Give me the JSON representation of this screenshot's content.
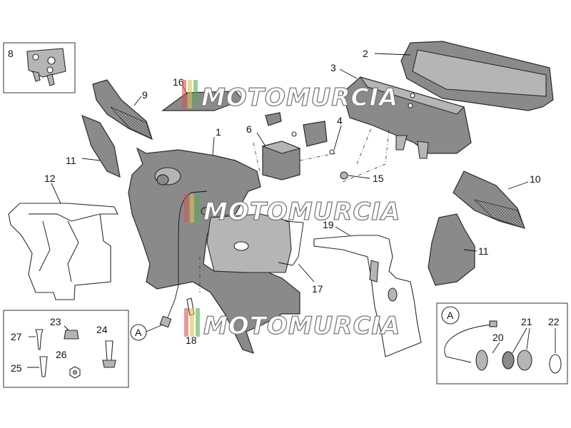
{
  "diagram": {
    "callouts": [
      "1",
      "2",
      "3",
      "4",
      "6",
      "8",
      "9",
      "10",
      "11",
      "11",
      "12",
      "15",
      "16",
      "17",
      "18",
      "19",
      "20",
      "21",
      "22",
      "23",
      "24",
      "25",
      "26",
      "27"
    ],
    "detail_marker": "A",
    "watermark": "MOTOMURCIA"
  }
}
